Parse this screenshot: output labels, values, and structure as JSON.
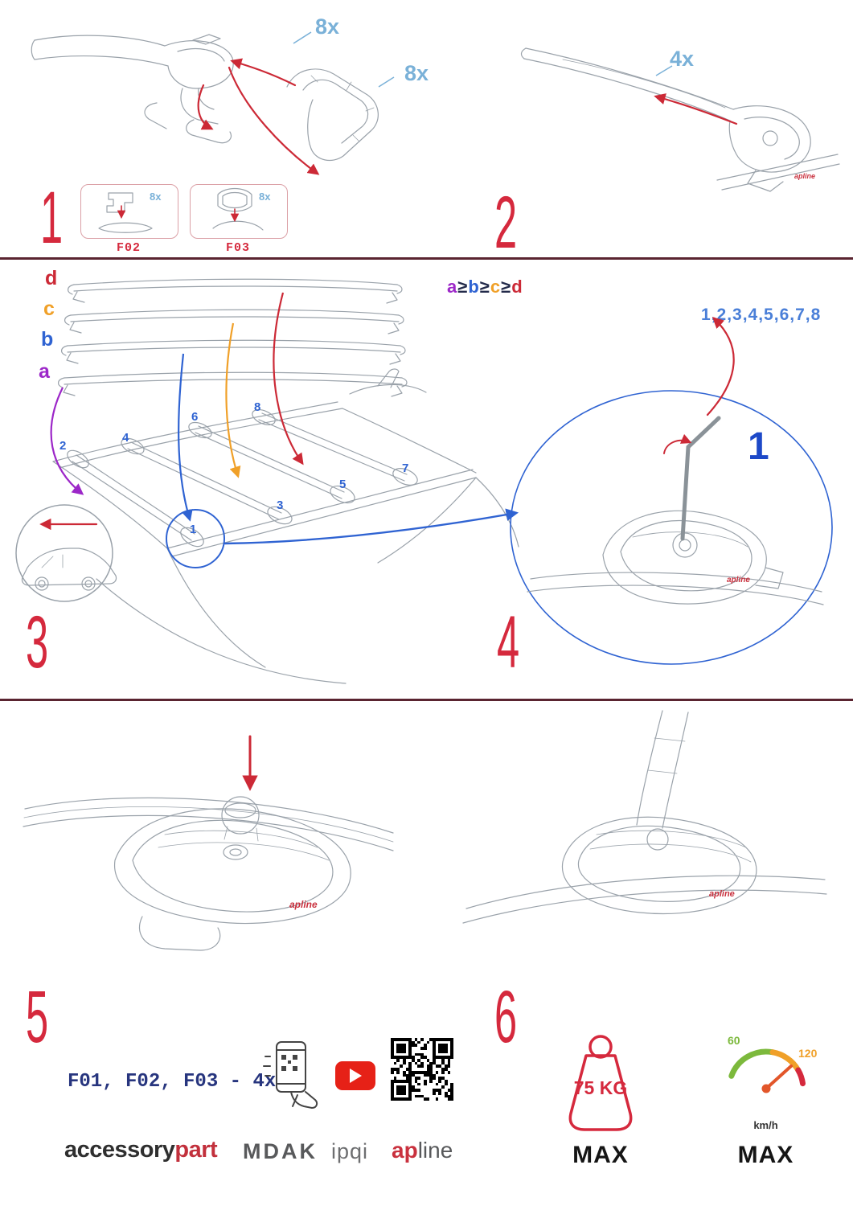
{
  "steps": {
    "s1": {
      "number": "1",
      "cap_qty": "8x",
      "pad_qty": "8x",
      "box1": {
        "qty": "8x",
        "label": "F02"
      },
      "box2": {
        "qty": "8x",
        "label": "F03"
      }
    },
    "s2": {
      "number": "2",
      "qty": "4x"
    },
    "s3": {
      "number": "3",
      "bar_labels": [
        "d",
        "c",
        "b",
        "a"
      ],
      "formula": {
        "a": "a",
        "b": "b",
        "c": "c",
        "d": "d",
        "ge": "≥"
      },
      "positions": [
        "1",
        "2",
        "3",
        "4",
        "5",
        "6",
        "7",
        "8"
      ]
    },
    "s4": {
      "number": "4",
      "sequence": "1,2,3,4,5,6,7,8",
      "first_position": "1"
    },
    "s5": {
      "number": "5",
      "parts_note": "F01, F02, F03 - 4x"
    },
    "s6": {
      "number": "6"
    }
  },
  "clamp_logo": "apline",
  "limits": {
    "weight_value": "75 KG",
    "weight_max": "MAX",
    "speed_low": "60",
    "speed_high": "120",
    "speed_unit": "km/h",
    "speed_max": "MAX"
  },
  "brands": {
    "accessorypart_black": "accessory",
    "accessorypart_red": "part",
    "mdak": "MDAK",
    "ipqi": "ipqi",
    "apline_red": "ap",
    "apline_gray": "line"
  }
}
